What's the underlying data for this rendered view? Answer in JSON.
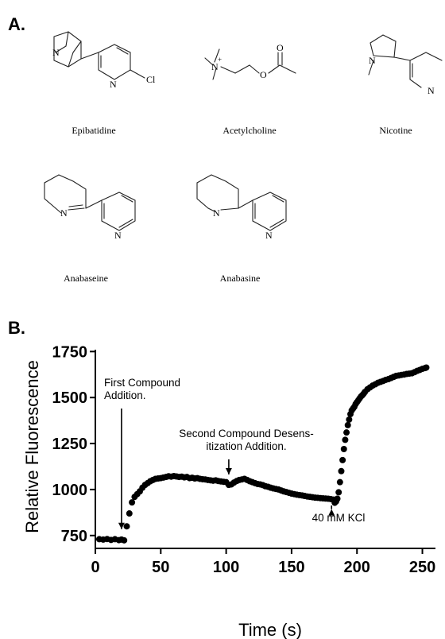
{
  "panel_a_label": "A.",
  "panel_b_label": "B.",
  "molecules": [
    {
      "name": "Epibatidine",
      "atoms": [
        "N",
        "N",
        "Cl"
      ]
    },
    {
      "name": "Acetylcholine",
      "atoms": [
        "N",
        "+",
        "O",
        "O"
      ]
    },
    {
      "name": "Nicotine",
      "atoms": [
        "N",
        "N"
      ]
    },
    {
      "name": "Anabaseine",
      "atoms": [
        "N",
        "N"
      ]
    },
    {
      "name": "Anabasine",
      "atoms": [
        "N",
        "N"
      ]
    }
  ],
  "chart_data": {
    "type": "scatter",
    "xlabel": "Time (s)",
    "ylabel": "Relative Fluorescence",
    "xlim": [
      0,
      260
    ],
    "ylim": [
      680,
      1760
    ],
    "xticks": [
      0,
      50,
      100,
      150,
      200,
      250
    ],
    "yticks": [
      750,
      1000,
      1250,
      1500,
      1750
    ],
    "annotations": [
      {
        "text_lines": [
          "First Compound",
          "Addition."
        ],
        "x": 20,
        "y": 750
      },
      {
        "text_lines": [
          "Second Compound Desens-",
          "itization Addition."
        ],
        "x": 102,
        "y": 1030
      },
      {
        "text_lines": [
          "40 mM KCl"
        ],
        "x": 183,
        "y": 945
      }
    ],
    "series": [
      {
        "x": [
          3,
          6,
          9,
          12,
          15,
          18,
          20,
          22,
          24,
          26,
          28,
          30,
          32,
          34,
          36,
          38,
          40,
          42,
          44,
          46,
          48,
          50,
          52,
          54,
          56,
          58,
          60,
          62,
          64,
          66,
          68,
          70,
          72,
          74,
          76,
          78,
          80,
          82,
          84,
          86,
          88,
          90,
          92,
          94,
          96,
          98,
          100,
          102,
          104,
          106,
          108,
          110,
          112,
          114,
          116,
          118,
          120,
          122,
          124,
          126,
          128,
          130,
          132,
          134,
          136,
          138,
          140,
          142,
          144,
          146,
          148,
          150,
          152,
          154,
          156,
          158,
          160,
          162,
          164,
          166,
          168,
          170,
          172,
          174,
          176,
          178,
          180,
          182,
          183,
          184,
          185,
          186,
          187,
          188,
          189,
          190,
          191,
          192,
          193,
          194,
          195,
          196,
          197,
          198,
          199,
          200,
          201,
          202,
          203,
          204,
          205,
          206,
          208,
          210,
          212,
          214,
          216,
          218,
          220,
          222,
          224,
          226,
          228,
          230,
          232,
          234,
          236,
          238,
          240,
          242,
          244,
          246,
          248,
          250,
          252,
          253
        ],
        "y": [
          730,
          728,
          731,
          726,
          730,
          725,
          728,
          724,
          800,
          870,
          930,
          960,
          975,
          990,
          1010,
          1025,
          1035,
          1045,
          1052,
          1058,
          1060,
          1062,
          1065,
          1068,
          1072,
          1070,
          1073,
          1071,
          1068,
          1070,
          1066,
          1068,
          1062,
          1064,
          1060,
          1062,
          1058,
          1056,
          1055,
          1052,
          1050,
          1048,
          1050,
          1046,
          1044,
          1042,
          1040,
          1025,
          1028,
          1038,
          1046,
          1052,
          1055,
          1058,
          1052,
          1045,
          1040,
          1035,
          1030,
          1028,
          1024,
          1018,
          1015,
          1010,
          1006,
          1003,
          1000,
          995,
          990,
          986,
          982,
          978,
          975,
          972,
          970,
          968,
          965,
          962,
          960,
          958,
          956,
          955,
          953,
          952,
          951,
          950,
          948,
          945,
          928,
          935,
          950,
          985,
          1040,
          1100,
          1160,
          1220,
          1270,
          1310,
          1350,
          1380,
          1410,
          1430,
          1440,
          1450,
          1465,
          1475,
          1485,
          1495,
          1505,
          1512,
          1520,
          1530,
          1545,
          1555,
          1565,
          1572,
          1580,
          1585,
          1590,
          1596,
          1600,
          1606,
          1612,
          1618,
          1620,
          1623,
          1625,
          1628,
          1630,
          1632,
          1638,
          1645,
          1650,
          1656,
          1660,
          1663
        ]
      }
    ]
  }
}
